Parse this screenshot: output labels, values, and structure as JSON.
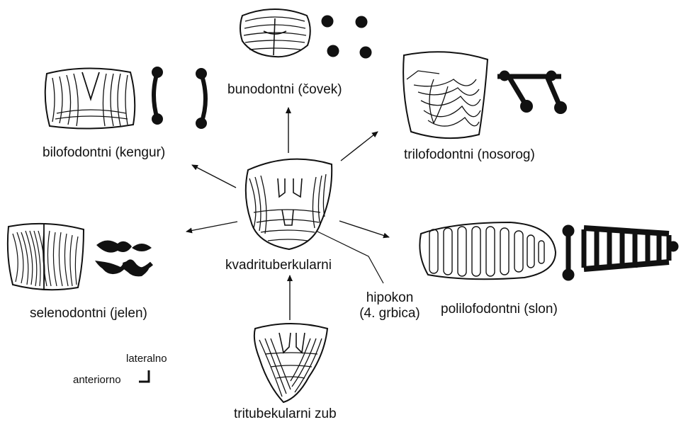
{
  "labels": {
    "bunodontni": "bunodontni (čovek)",
    "bilofodontni": "bilofodontni (kengur)",
    "trilofodontni": "trilofodontni (nosorog)",
    "selenodontni": "selenodontni (jelen)",
    "kvadrituberkularni": "kvadrituberkularni",
    "polilofodontni": "polilofodontni (slon)",
    "hipokon_line1": "hipokon",
    "hipokon_line2": "(4. grbica)",
    "tritubekularni": "tritubekularni zub"
  },
  "orientation": {
    "lateral": "lateralno",
    "anterior": "anteriorno"
  },
  "colors": {
    "ink": "#111111",
    "background": "#ffffff"
  }
}
